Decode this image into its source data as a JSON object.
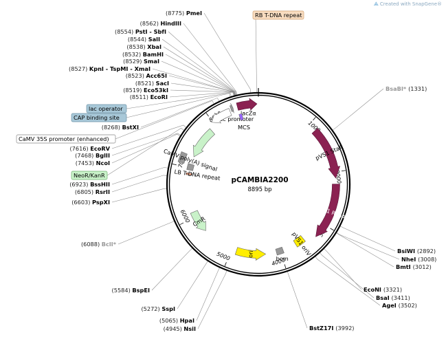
{
  "app": {
    "credit": "Created with SnapGene®",
    "credit_icon": "snapgene-logo-icon"
  },
  "plasmid": {
    "name": "pCAMBIA2200",
    "length_label": "8895 bp",
    "length": 8895
  },
  "colors": {
    "backbone": "#000000",
    "maroon": "#8b2252",
    "light_green": "#c9f2c9",
    "yellow": "#ffee00",
    "gray": "#999999",
    "purple": "#9966ff",
    "promoter_box": "#ffffff",
    "lac_box": "#a8c8d8",
    "green_box": "#c9f2c9",
    "tdna_box": "#f8dcc0"
  },
  "ruler": [
    {
      "pos": 1000,
      "label": "1000"
    },
    {
      "pos": 2000,
      "label": "2000"
    },
    {
      "pos": 3000,
      "label": "3000"
    },
    {
      "pos": 4000,
      "label": "4000"
    },
    {
      "pos": 5000,
      "label": "5000"
    },
    {
      "pos": 6000,
      "label": "6000"
    },
    {
      "pos": 7000,
      "label": "7000"
    },
    {
      "pos": 8000,
      "label": "8000"
    }
  ],
  "sites": [
    {
      "pos": 8775,
      "pos_label": "(8775)",
      "name": "PmeI",
      "side": "left"
    },
    {
      "pos": 8562,
      "pos_label": "(8562)",
      "name": "HindIII",
      "side": "left"
    },
    {
      "pos": 8554,
      "pos_label": "(8554)",
      "name": "PstI - SbfI",
      "side": "left"
    },
    {
      "pos": 8544,
      "pos_label": "(8544)",
      "name": "SalI",
      "side": "left"
    },
    {
      "pos": 8538,
      "pos_label": "(8538)",
      "name": "XbaI",
      "side": "left"
    },
    {
      "pos": 8532,
      "pos_label": "(8532)",
      "name": "BamHI",
      "side": "left"
    },
    {
      "pos": 8529,
      "pos_label": "(8529)",
      "name": "SmaI",
      "side": "left"
    },
    {
      "pos": 8527,
      "pos_label": "(8527)",
      "name": "KpnI - TspMI - XmaI",
      "side": "left"
    },
    {
      "pos": 8523,
      "pos_label": "(8523)",
      "name": "Acc65I",
      "side": "left"
    },
    {
      "pos": 8521,
      "pos_label": "(8521)",
      "name": "SacI",
      "side": "left"
    },
    {
      "pos": 8519,
      "pos_label": "(8519)",
      "name": "Eco53kI",
      "side": "left"
    },
    {
      "pos": 8511,
      "pos_label": "(8511)",
      "name": "EcoRI",
      "side": "left"
    },
    {
      "pos": 8268,
      "pos_label": "(8268)",
      "name": "BstXI",
      "side": "left"
    },
    {
      "pos": 7616,
      "pos_label": "(7616)",
      "name": "EcoRV",
      "side": "left"
    },
    {
      "pos": 7468,
      "pos_label": "(7468)",
      "name": "BglII",
      "side": "left"
    },
    {
      "pos": 7453,
      "pos_label": "(7453)",
      "name": "NcoI",
      "side": "left"
    },
    {
      "pos": 6923,
      "pos_label": "(6923)",
      "name": "BssHII",
      "side": "left"
    },
    {
      "pos": 6805,
      "pos_label": "(6805)",
      "name": "RsrII",
      "side": "left"
    },
    {
      "pos": 6603,
      "pos_label": "(6603)",
      "name": "PspXI",
      "side": "left"
    },
    {
      "pos": 6088,
      "pos_label": "(6088)",
      "name": "BclI*",
      "side": "left",
      "dim": true
    },
    {
      "pos": 5584,
      "pos_label": "(5584)",
      "name": "BspEI",
      "side": "left"
    },
    {
      "pos": 5272,
      "pos_label": "(5272)",
      "name": "SspI",
      "side": "left"
    },
    {
      "pos": 5065,
      "pos_label": "(5065)",
      "name": "HpaI",
      "side": "left"
    },
    {
      "pos": 4945,
      "pos_label": "(4945)",
      "name": "NsiI",
      "side": "left"
    },
    {
      "pos": 1331,
      "pos_label": "(1331)",
      "name": "BsaBI*",
      "side": "right",
      "dim": true
    },
    {
      "pos": 2892,
      "pos_label": "(2892)",
      "name": "BsiWI",
      "side": "right"
    },
    {
      "pos": 3008,
      "pos_label": "(3008)",
      "name": "NheI",
      "side": "right"
    },
    {
      "pos": 3012,
      "pos_label": "(3012)",
      "name": "BmtI",
      "side": "right"
    },
    {
      "pos": 3321,
      "pos_label": "(3321)",
      "name": "EcoNI",
      "side": "right"
    },
    {
      "pos": 3411,
      "pos_label": "(3411)",
      "name": "BsaI",
      "side": "right"
    },
    {
      "pos": 3502,
      "pos_label": "(3502)",
      "name": "AgeI",
      "side": "right"
    },
    {
      "pos": 3992,
      "pos_label": "(3992)",
      "name": "BstZ17I",
      "side": "right"
    }
  ],
  "boxed_labels": [
    {
      "text": "RB T-DNA repeat",
      "style": "tdna_box"
    },
    {
      "text": "lac operator",
      "style": "lac_box"
    },
    {
      "text": "CAP binding site",
      "style": "lac_box"
    },
    {
      "text": "CaMV 35S promoter (enhanced)",
      "style": "promoter_box"
    },
    {
      "text": "NeoR/KanR",
      "style": "green_box"
    }
  ],
  "features": [
    {
      "name": "lacZα",
      "label": "lacZα",
      "start": 8520,
      "end": 8870,
      "track": "inner",
      "color": "maroon",
      "dir": 1
    },
    {
      "name": "lac promoter",
      "label": "lac promoter",
      "start": 8400,
      "end": 8440,
      "track": "inner",
      "color": "gray",
      "dir": 1
    },
    {
      "name": "MCS",
      "label": "MCS",
      "start": 8511,
      "end": 8570,
      "track": "mcs",
      "color": "purple",
      "dir": 0
    },
    {
      "name": "pVS1 StaA",
      "label": "pVS1 StaA",
      "start": 1150,
      "end": 2110,
      "track": "outer",
      "color": "maroon",
      "dir": 1
    },
    {
      "name": "pVS1 RepA",
      "label": "pVS1 RepA",
      "start": 2220,
      "end": 3270,
      "track": "outer",
      "color": "maroon",
      "dir": 1
    },
    {
      "name": "pVS1 oriV",
      "label": "pVS1 oriV",
      "start": 3470,
      "end": 3660,
      "track": "mid",
      "color": "yellow",
      "dir": 0
    },
    {
      "name": "bom",
      "label": "bom",
      "start": 3940,
      "end": 4080,
      "track": "mid",
      "color": "gray",
      "dir": 0
    },
    {
      "name": "ori",
      "label": "ori",
      "start": 4300,
      "end": 4900,
      "track": "mid",
      "color": "yellow",
      "dir": -1
    },
    {
      "name": "CmR",
      "label": "CmR",
      "start": 5650,
      "end": 6100,
      "track": "mid",
      "color": "light_green",
      "dir": -1
    },
    {
      "name": "LB T-DNA repeat",
      "label": "LB T-DNA repeat",
      "start": 6860,
      "end": 6900,
      "track": "mid",
      "color": "tdna",
      "dir": 0
    },
    {
      "name": "gray cassette box",
      "label": "",
      "start": 6960,
      "end": 7080,
      "track": "mid",
      "color": "gray",
      "dir": 0
    },
    {
      "name": "NeoR/KanR",
      "label": "",
      "start": 7240,
      "end": 7880,
      "track": "mid",
      "color": "light_green",
      "dir": -1
    },
    {
      "name": "CaMV poly(A) signal",
      "label": "CaMV poly(A) signal",
      "start": 7060,
      "end": 7240,
      "track": "inner",
      "color": "gray",
      "dir": 0
    },
    {
      "name": "CaMV 35S promoter (enhanced)",
      "label": "",
      "start": 7980,
      "end": 8370,
      "track": "outer",
      "color": "white",
      "dir": -1
    }
  ]
}
